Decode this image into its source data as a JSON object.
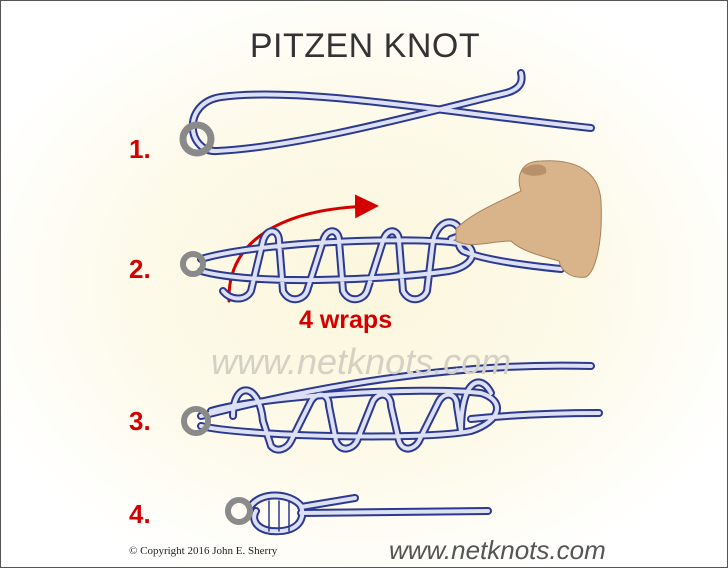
{
  "title": "PITZEN KNOT",
  "steps": [
    {
      "label": "1."
    },
    {
      "label": "2."
    },
    {
      "label": "3."
    },
    {
      "label": "4."
    }
  ],
  "annotation": "4  wraps",
  "watermark": "www.netknots.com",
  "footer": {
    "copyright": "© Copyright  2016  John E. Sherry",
    "website": "www.netknots.com"
  },
  "colors": {
    "rope_outline": "#2b3990",
    "rope_fill": "#dde0f2",
    "ring": "#8a8a8a",
    "accent_red": "#d40000",
    "skin": "#d9b48a"
  }
}
